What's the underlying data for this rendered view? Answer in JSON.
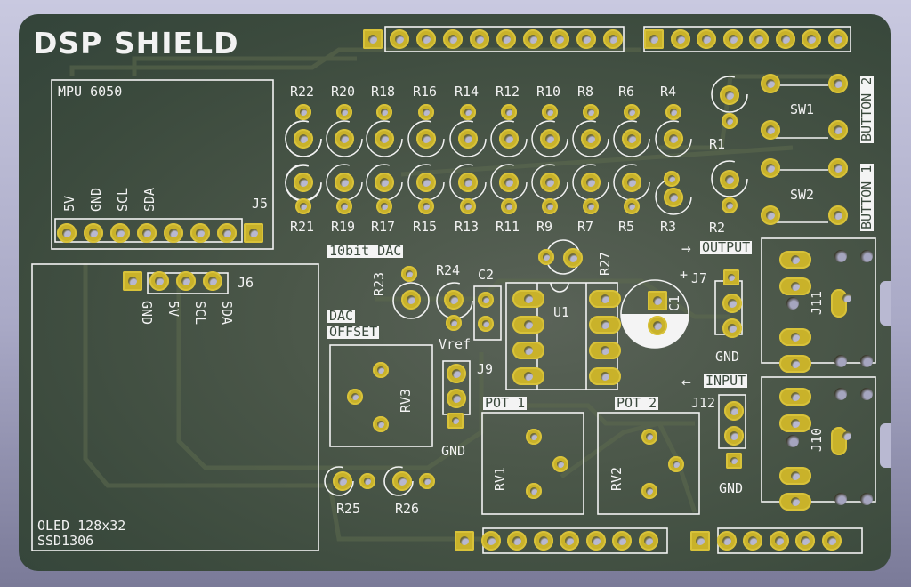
{
  "viewer": {
    "type": "PCB 3D render",
    "board_color": "#3b4a3d",
    "pad_color": "#c9b22a",
    "silkscreen_color": "#f2f2f2"
  },
  "board": {
    "title": "DSP SHIELD",
    "modules": {
      "mpu": {
        "label": "MPU 6050",
        "ref": "J5",
        "pins": [
          "5V",
          "GND",
          "SCL",
          "SDA"
        ],
        "pin_count": 8
      },
      "oled": {
        "label_line1": "OLED 128x32",
        "label_line2": "SSD1306",
        "ref": "J6",
        "pins": [
          "GND",
          "5V",
          "SCL",
          "SDA"
        ]
      }
    },
    "resistors_top": [
      "R22",
      "R20",
      "R18",
      "R16",
      "R14",
      "R12",
      "R10",
      "R8",
      "R6",
      "R4"
    ],
    "resistors_bottom": [
      "R21",
      "R19",
      "R17",
      "R15",
      "R13",
      "R11",
      "R9",
      "R7",
      "R5",
      "R3"
    ],
    "resistor_misc": {
      "r1": "R1",
      "r2": "R2",
      "r23": "R23",
      "r24": "R24",
      "r25": "R25",
      "r26": "R26",
      "r27": "R27"
    },
    "switches": {
      "sw1": "SW1",
      "sw2": "SW2",
      "button2": "BUTTON 2",
      "button1": "BUTTON 1"
    },
    "labels": {
      "dac": "10bit DAC",
      "dac_offset_1": "DAC",
      "dac_offset_2": "OFFSET",
      "vref": "Vref",
      "output": "OUTPUT",
      "input": "INPUT",
      "pot1": "POT 1",
      "pot2": "POT 2",
      "gnd": "GND",
      "plus": "+",
      "arrow_right": "→",
      "arrow_left": "←"
    },
    "refs": {
      "c1": "C1",
      "c2": "C2",
      "u1": "U1",
      "j7": "J7",
      "j9": "J9",
      "j10": "J10",
      "j11": "J11",
      "j12": "J12",
      "rv1": "RV1",
      "rv2": "RV2",
      "rv3": "RV3"
    },
    "headers": {
      "top_left_pins": 10,
      "top_right_pins": 8,
      "bottom_left_pins": 8,
      "bottom_right_pins": 6
    }
  }
}
